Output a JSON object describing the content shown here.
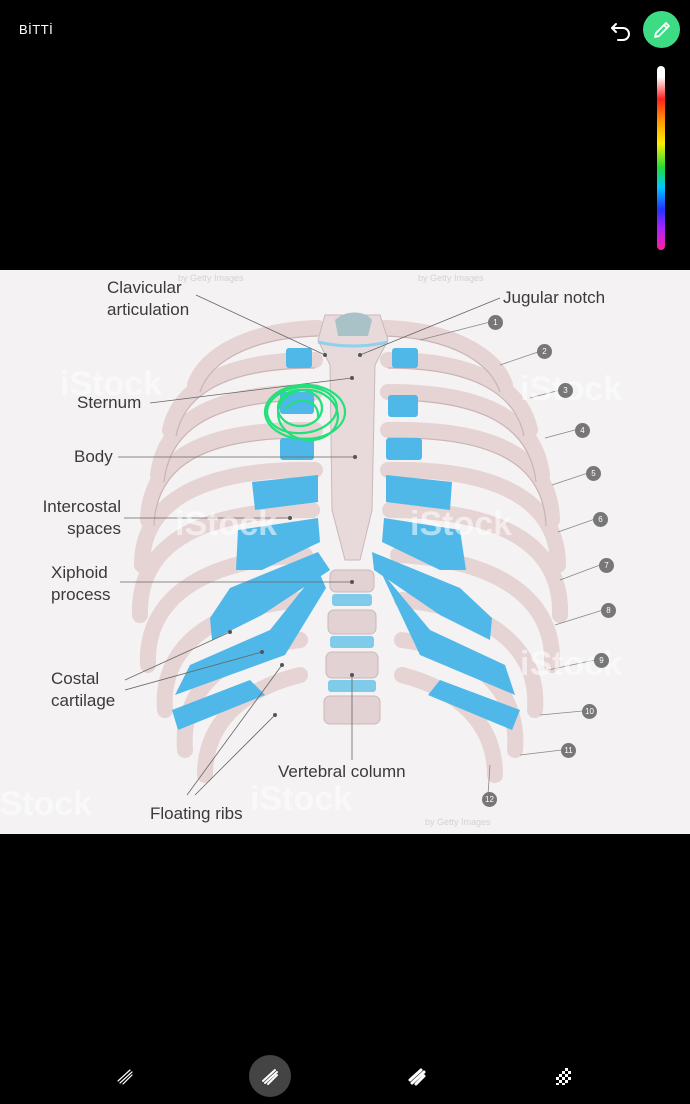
{
  "header": {
    "done_label": "BİTTİ",
    "undo_icon": "undo-icon",
    "pen_icon": "pencil-icon"
  },
  "colors": {
    "accent": "#3ddc84",
    "cartilage": "#4fb8e8",
    "bone": "#ead9da",
    "scribble": "#22e07a"
  },
  "image": {
    "labels": {
      "clavicular": "Clavicular\narticulation",
      "jugular": "Jugular notch",
      "sternum": "Sternum",
      "body": "Body",
      "intercostal": "Intercostal\nspaces",
      "xiphoid": "Xiphoid\nprocess",
      "costal": "Costal\ncartilage",
      "vertebral": "Vertebral column",
      "floating": "Floating ribs"
    },
    "rib_numbers": [
      "1",
      "2",
      "3",
      "4",
      "5",
      "6",
      "7",
      "8",
      "9",
      "10",
      "11",
      "12"
    ],
    "watermark": "iStock",
    "watermark_sub": "by Getty Images"
  },
  "toolbar": {
    "tools": [
      {
        "name": "brush-thin-icon"
      },
      {
        "name": "brush-medium-icon"
      },
      {
        "name": "brush-thick-icon"
      },
      {
        "name": "mosaic-icon"
      }
    ]
  }
}
